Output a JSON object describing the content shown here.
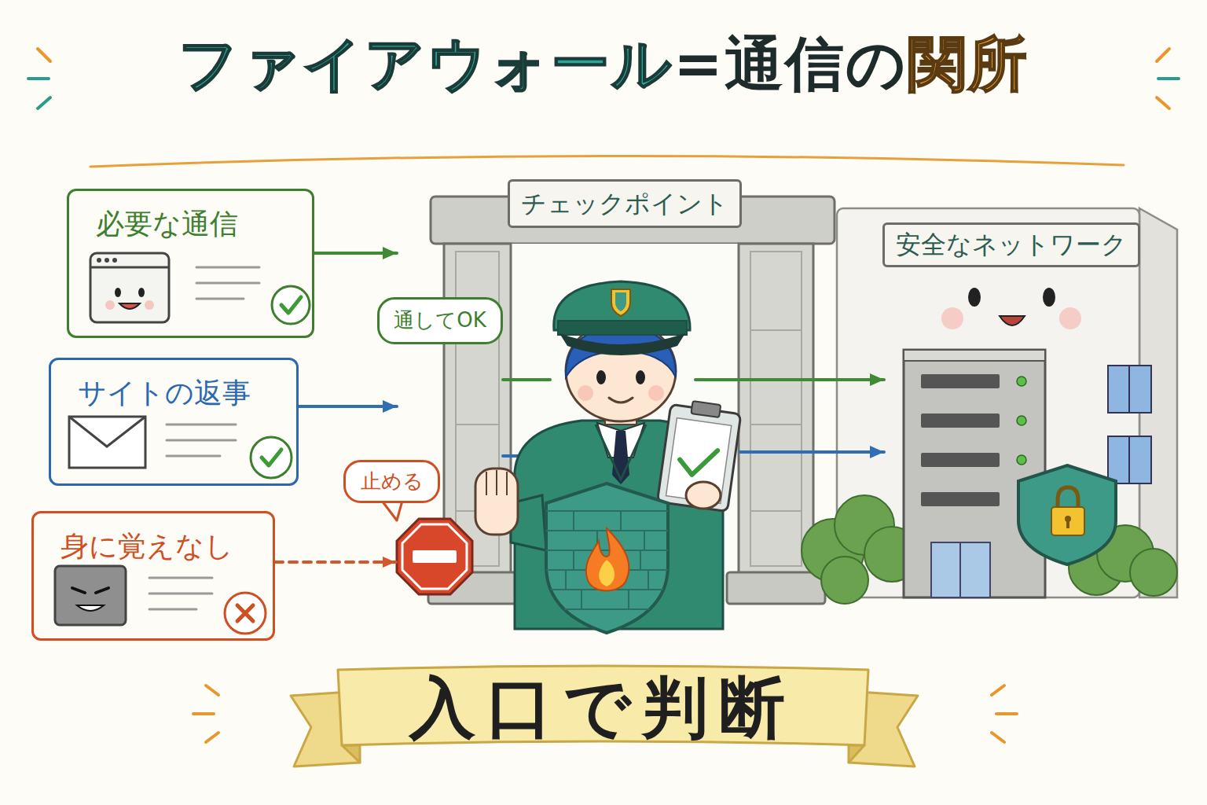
{
  "diagram": {
    "title": "ファイアウォール=通信の関所",
    "caption": "入口で判断",
    "nodes": [
      {
        "text": [
          "必要な通信"
        ]
      },
      {
        "text": [
          "サイトの返事"
        ]
      },
      {
        "text": [
          "身に覚えなし"
        ]
      },
      {
        "text": [
          "チェックポイント"
        ]
      },
      {
        "text": [
          "通してOK"
        ]
      },
      {
        "text": [
          "止める"
        ]
      },
      {
        "text": [
          "安全なネットワーク"
        ]
      }
    ],
    "edges": [
      {
        "from": 0,
        "to": 3,
        "arrow": "to"
      },
      {
        "from": 1,
        "to": 3,
        "arrow": "to"
      },
      {
        "from": 2,
        "to": 3,
        "arrow": "to"
      },
      {
        "from": 3,
        "to": 6,
        "arrow": "to"
      },
      {
        "from": 3,
        "to": 6,
        "arrow": "to"
      }
    ]
  }
}
